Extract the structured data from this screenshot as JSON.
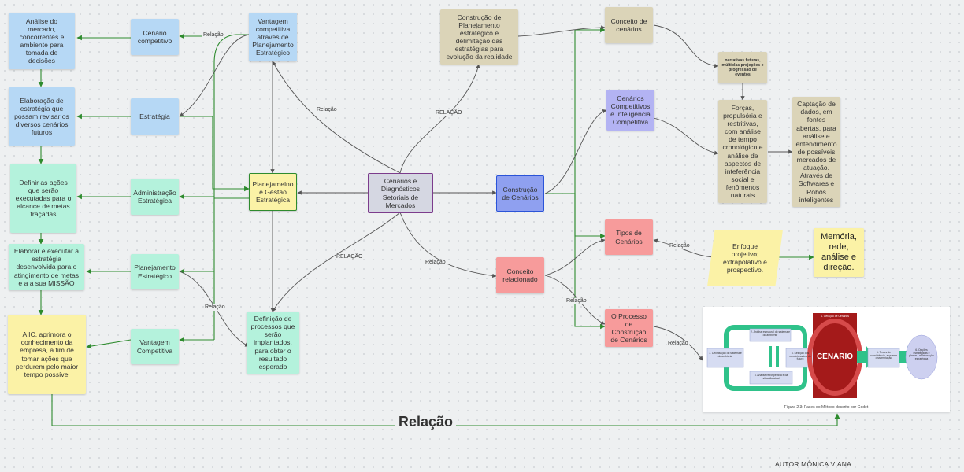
{
  "nodes": {
    "analise_mercado": "Análise do mercado, concorrentes e ambiente para tomada de decisões",
    "elaboracao_estrategia": "Elaboração de estratégia que possam revisar os diversos cenários futuros",
    "definir_acoes": "Definir as ações que serão executadas para o alcance de metas traçadas",
    "elaborar_executar": "Elaborar e executar a estratégia desenvolvida para o atingimento de metas e a a sua MISSÃO",
    "ic_aprimora": "A IC, aprimora o conhecimento da empresa, a fim de tomar ações que perdurem pelo maior tempo possível",
    "cenario_competitivo": "Cenário competitivo",
    "estrategia": "Estratégia",
    "administracao_estrategica": "Administração Estratégica",
    "planejamento_estrategico": "Planejamento Estratégico",
    "vantagem_competitiva": "Vantagem Competitiva",
    "vantagem_planejamento": "Vantagem competitiva através de Planejamento Estratégico",
    "planejamento_gestao": "Planejamelno e Gestão Estratégica",
    "definicao_processos": "Definição de processos que serão implantados, para obter o resultado esperado",
    "cenarios_diagnosticos": "Cenários e Diagnósticos Setoriais de Mercados",
    "construcao_planejamento": "Construção de Planejamento estratégico e delimitação das estratégias para evolução da realidade",
    "conceito_cenarios": "Conceito de cenários",
    "construcao_cenarios": "Construção de Cenários",
    "cenarios_competitivos": "Cenários Competitivos e Inteligência Competitiva",
    "conceito_relacionado": "Conceito relacionado",
    "tipos_cenarios": "Tipos de Cenários",
    "processo_construcao": "O Processo de Construção de Cenários",
    "narrativas": "narrativas futuras, múltiplas projeções e progressão de eventos",
    "forcas": "Forças, propulsória e restritivas, com análise de tempo cronológico e análise de aspectos de inteferência social e fenômenos naturais",
    "captacao": "Captação de dados, em fontes abertas, para análise e entendimento de possíveis mercados de atuação. Através de Softwares e Robôs inteligentes",
    "enfoque": "Enfoque projetivo; extrapolativo e prospectivo.",
    "memoria": "Memória, rede, análise e direção."
  },
  "edge_labels": {
    "relacao": "Relação",
    "relacao_caps": "RELAÇÃO"
  },
  "big_relacao": "Relação",
  "author": "AUTOR MÔNICA VIANA",
  "figure": {
    "caption": "Figura 2.3: Fases do Método descrito por Godet",
    "center_title": "CENÁRIO",
    "phase_title": "4. Geração de Cenários",
    "step1": "1. Delimitação do sistema e do ambiente",
    "step2": "2. Análise estrutural do sistema e do ambiente",
    "step3": "3. Seleção dos condicionantes do futuro",
    "step_retro": "3. Análise retrospectiva e da situação atual",
    "step5": "5. Testes de consistência, ajustes e disseminação",
    "step6": "6. Opções estratégicas e planos / monitoração estratégica"
  },
  "colors": {
    "canvas": "#eef0f1",
    "arrow_green": "#2e8b2e",
    "arrow_gray": "#555555",
    "blue": "#b6d8f5",
    "green": "#b4f2dc",
    "tan": "#dbd4b8",
    "red": "#f79b9b",
    "purple": "#b3b3f3",
    "yellow": "#fbf2a6"
  }
}
